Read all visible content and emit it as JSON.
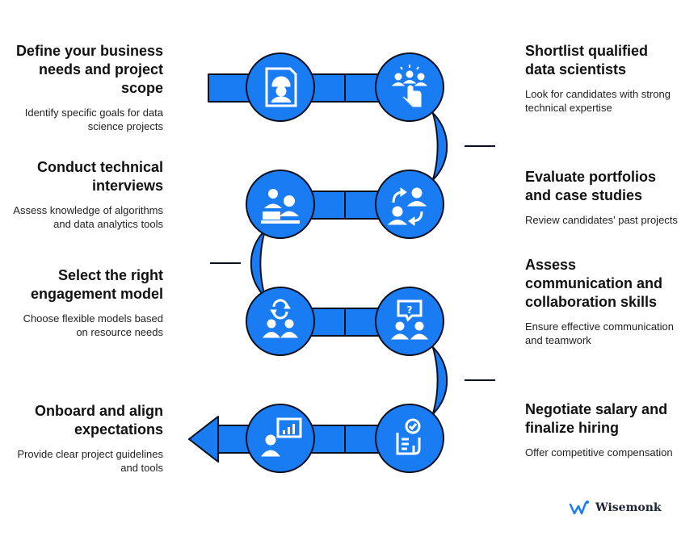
{
  "colors": {
    "path": "#1a7cf3",
    "outline": "#0b1020",
    "icon": "#ffffff",
    "title": "#111111",
    "text": "#222222"
  },
  "steps": [
    {
      "title": "Define your business needs and project scope",
      "description": "Identify specific goals for data science projects",
      "icon": "document-worker-icon"
    },
    {
      "title": "Shortlist qualified data scientists",
      "description": "Look for candidates with strong technical expertise",
      "icon": "select-candidate-icon"
    },
    {
      "title": "Conduct technical interviews",
      "description": "Assess knowledge of algorithms and data analytics tools",
      "icon": "interview-icon"
    },
    {
      "title": "Evaluate portfolios and case studies",
      "description": "Review candidates' past projects",
      "icon": "exchange-people-icon"
    },
    {
      "title": "Select the right engagement model",
      "description": "Choose flexible models based on resource needs",
      "icon": "engagement-icon"
    },
    {
      "title": "Assess communication and collaboration skills",
      "description": "Ensure effective communication and teamwork",
      "icon": "communication-icon"
    },
    {
      "title": "Onboard and align expectations",
      "description": "Provide clear project guidelines and tools",
      "icon": "onboard-chart-icon"
    },
    {
      "title": "Negotiate salary and finalize hiring",
      "description": "Offer competitive compensation",
      "icon": "checklist-hand-icon"
    }
  ],
  "brand": {
    "name": "Wisemonk",
    "icon": "wisemonk-logo-icon"
  }
}
